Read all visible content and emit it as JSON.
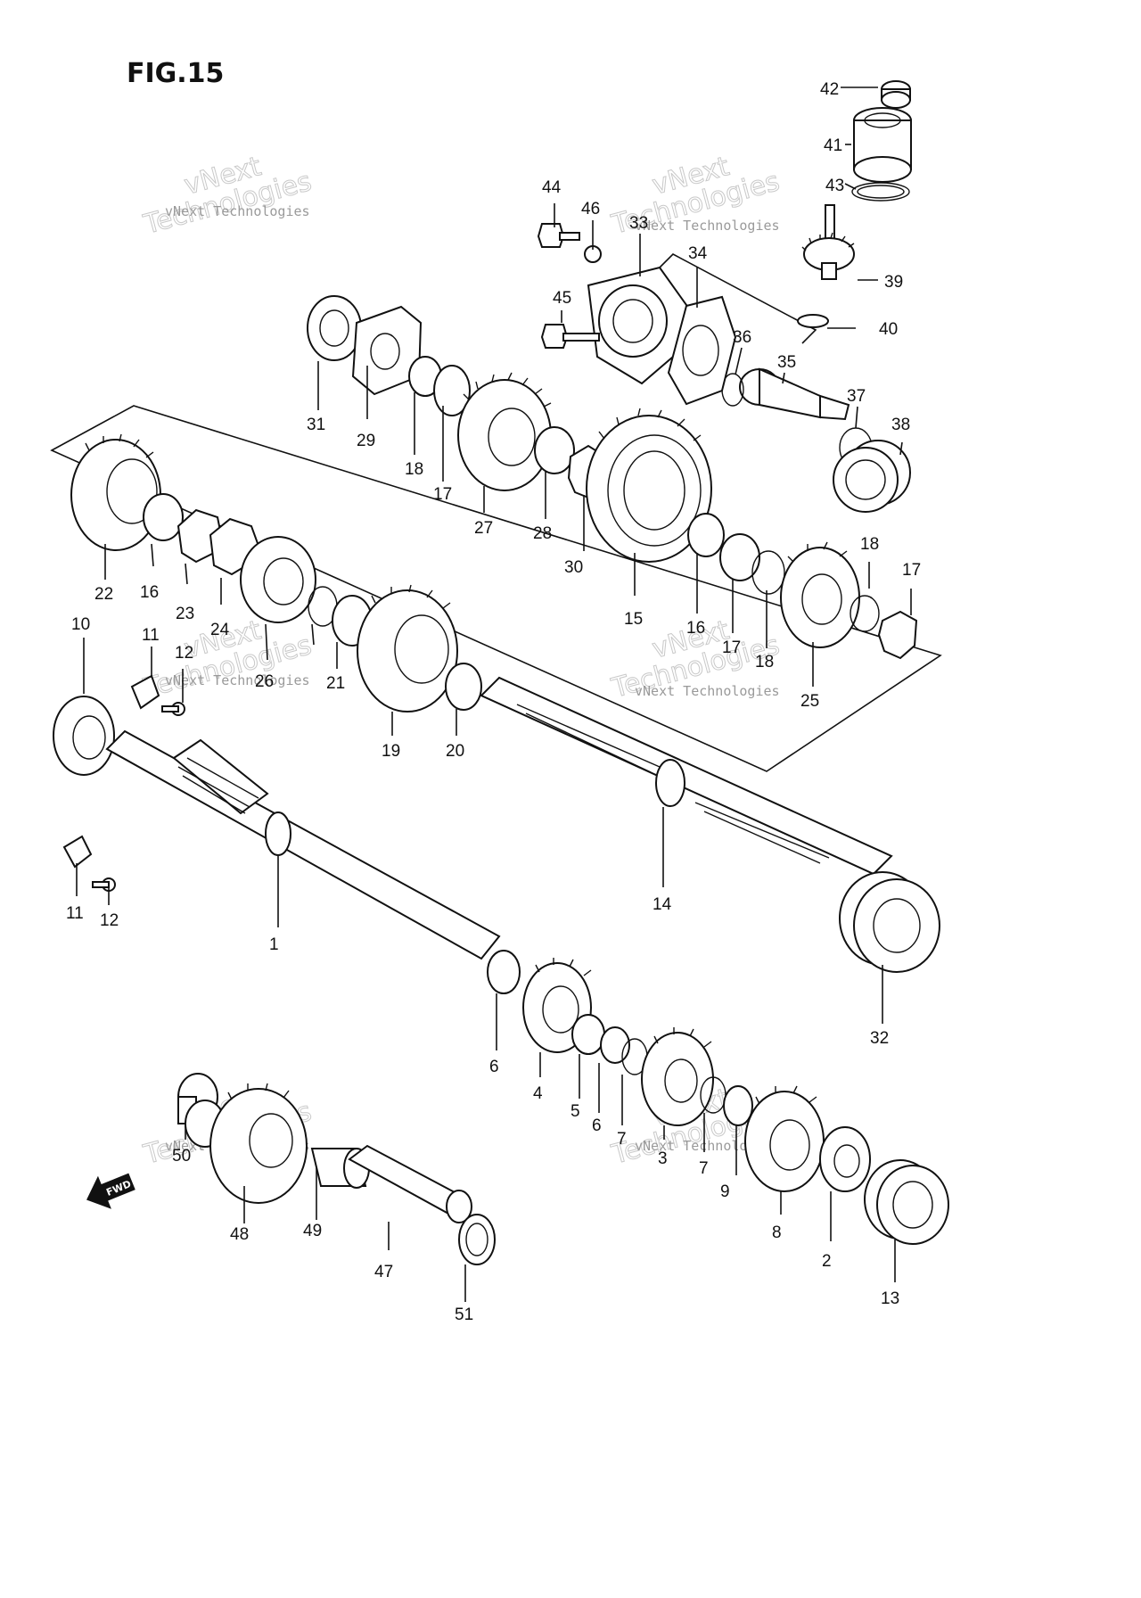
{
  "figure": {
    "title": "FIG.15"
  },
  "watermark": {
    "company": "vNext Technologies",
    "large_text": "Technologies",
    "large_prefix": "vNext"
  },
  "fwd_label": "FWD",
  "callouts": [
    "1",
    "2",
    "3",
    "4",
    "5",
    "6",
    "6",
    "7",
    "7",
    "8",
    "9",
    "10",
    "11",
    "11",
    "12",
    "12",
    "13",
    "14",
    "15",
    "16",
    "16",
    "17",
    "17",
    "17",
    "18",
    "18",
    "18",
    "19",
    "20",
    "21",
    "22",
    "23",
    "24",
    "25",
    "26",
    "27",
    "28",
    "29",
    "30",
    "31",
    "32",
    "33",
    "34",
    "35",
    "36",
    "37",
    "38",
    "39",
    "40",
    "41",
    "42",
    "43",
    "44",
    "45",
    "46",
    "47",
    "48",
    "49",
    "50",
    "51"
  ]
}
